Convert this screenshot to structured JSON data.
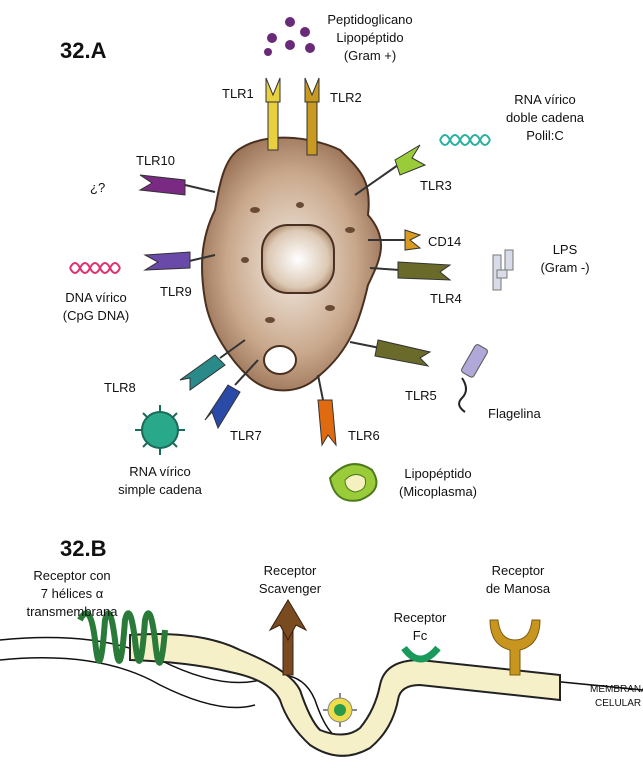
{
  "panel_a": {
    "title": "32.A",
    "gram_pos": [
      "Peptidoglicano",
      "Lipopéptido",
      "(Gram +)"
    ],
    "tlr1": "TLR1",
    "tlr2": "TLR2",
    "rna_ds": [
      "RNA vírico",
      "doble cadena",
      "Polil:C"
    ],
    "tlr3": "TLR3",
    "tlr10": "TLR10",
    "unknown": "¿?",
    "cd14": "CD14",
    "lps": [
      "LPS",
      "(Gram -)"
    ],
    "tlr4": "TLR4",
    "dna": [
      "DNA vírico",
      "(CpG DNA)"
    ],
    "tlr9": "TLR9",
    "tlr8": "TLR8",
    "tlr5": "TLR5",
    "flagelina": "Flagelina",
    "tlr7": "TLR7",
    "tlr6": "TLR6",
    "rna_ss": [
      "RNA vírico",
      "simple cadena"
    ],
    "lipopep": [
      "Lipopéptido",
      "(Micoplasma)"
    ]
  },
  "panel_b": {
    "title": "32.B",
    "seven_helix": [
      "Receptor con",
      "7 hélices α",
      "transmembrana"
    ],
    "scavenger": [
      "Receptor",
      "Scavenger"
    ],
    "manosa": [
      "Receptor",
      "de Manosa"
    ],
    "fc": [
      "Receptor",
      "Fc"
    ],
    "membrana": [
      "MEMBRANA",
      "CELULAR"
    ]
  },
  "colors": {
    "cell": "#b08a6c",
    "tlr1": "#e8d040",
    "tlr2": "#c89a20",
    "tlr3": "#9acc3a",
    "tlr10": "#7a2a82",
    "tlr9": "#6a4aa8",
    "tlr8": "#2a8a8a",
    "tlr7": "#2a4aa8",
    "tlr6": "#e06a10",
    "tlr5": "#6a6a2a",
    "tlr4": "#6a6a2a",
    "cd14": "#d89a20",
    "membrane": "#f6f0c8",
    "helix": "#2a7a3a",
    "scavenger": "#7a4a20",
    "fc": "#1a9a5a",
    "manosa": "#c8961e"
  }
}
